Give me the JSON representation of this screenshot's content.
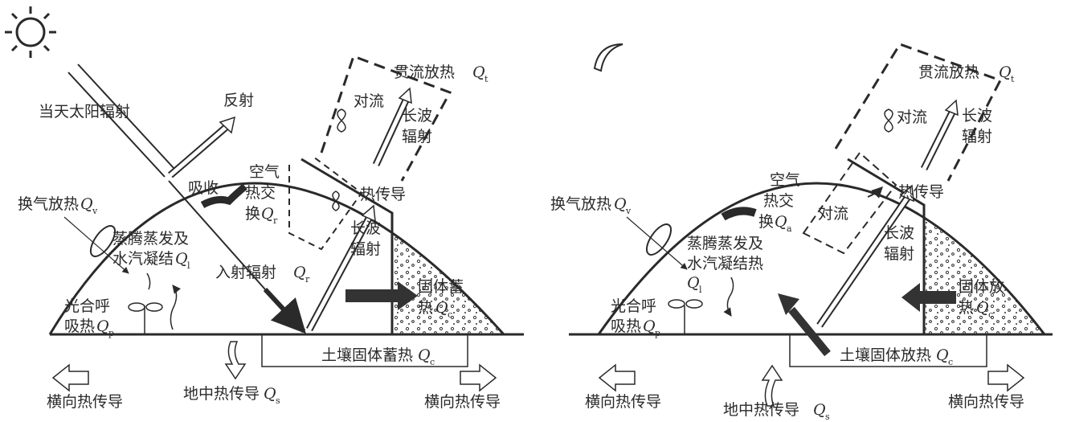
{
  "day": {
    "solar": "当天太阳辐射",
    "reflect": "反射",
    "absorb": "吸收",
    "air_exchange": [
      "空气",
      "热交",
      "换"
    ],
    "air_exchange_sym": {
      "q": "Q",
      "sub": "r"
    },
    "vent": "换气放热",
    "vent_sym": {
      "q": "Q",
      "sub": "v"
    },
    "evap": [
      "蒸腾蒸发及",
      "水汽凝结"
    ],
    "evap_sym": {
      "q": "Q",
      "sub": "l"
    },
    "photo": [
      "光合呼",
      "吸热"
    ],
    "photo_sym": {
      "q": "Q",
      "sub": "p"
    },
    "incident": "入射辐射",
    "incident_sym": {
      "q": "Q",
      "sub": "r"
    },
    "convection": "对流",
    "transmission": "贯流放热",
    "transmission_sym": {
      "q": "Q",
      "sub": "t"
    },
    "longwave_out": [
      "长波",
      "辐射"
    ],
    "longwave_in": [
      "长波",
      "辐射"
    ],
    "conduction": "热传导",
    "solid_store": [
      "固体蓄",
      "热"
    ],
    "solid_store_sym": {
      "q": "Q",
      "sub": "c"
    },
    "soil_store": "土壤固体蓄热",
    "soil_store_sym": {
      "q": "Q",
      "sub": "c"
    },
    "ground": "地中热传导",
    "ground_sym": {
      "q": "Q",
      "sub": "s"
    },
    "lateral_left": "横向热传导",
    "lateral_right": "横向热传导"
  },
  "night": {
    "transmission": "贯流放热",
    "transmission_sym": {
      "q": "Q",
      "sub": "t"
    },
    "convection_top": "对流",
    "longwave_out": [
      "长波",
      "辐射"
    ],
    "conduction": "热传导",
    "air_exchange": [
      "空气",
      "热交",
      "换"
    ],
    "air_exchange_sym": {
      "q": "Q",
      "sub": "a"
    },
    "convection_mid": "对流",
    "vent": "换气放热",
    "vent_sym": {
      "q": "Q",
      "sub": "v"
    },
    "evap": [
      "蒸腾蒸发及",
      "水汽凝结热"
    ],
    "evap_sym": {
      "q": "Q",
      "sub": "l"
    },
    "longwave_in": [
      "长波",
      "辐射"
    ],
    "photo": [
      "光合呼",
      "吸热"
    ],
    "photo_sym": {
      "q": "Q",
      "sub": "p"
    },
    "solid_release": [
      "固体放",
      "热"
    ],
    "solid_release_sym": {
      "q": "Q",
      "sub": "c"
    },
    "soil_release": "土壤固体放热",
    "soil_release_sym": {
      "q": "Q",
      "sub": "c"
    },
    "ground": "地中热传导",
    "ground_sym": {
      "q": "Q",
      "sub": "s"
    },
    "lateral_left": "横向热传导",
    "lateral_right": "横向热传导"
  },
  "icons": {
    "day": "sun-icon",
    "night": "moon-icon"
  }
}
